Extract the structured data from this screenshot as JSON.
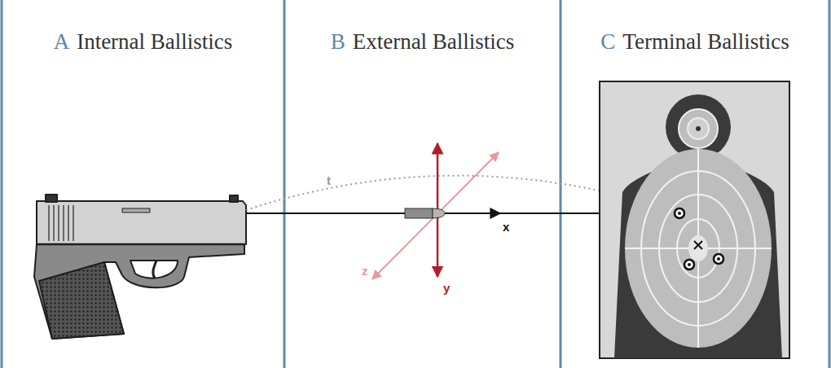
{
  "diagram": {
    "nodes": [
      {
        "text": [
          "A",
          "Internal Ballistics"
        ]
      },
      {
        "text": [
          "B",
          "External Ballistics"
        ]
      },
      {
        "text": [
          "C",
          "Terminal Ballistics"
        ]
      }
    ],
    "labels": [
      "t",
      "x",
      "y",
      "z"
    ]
  }
}
